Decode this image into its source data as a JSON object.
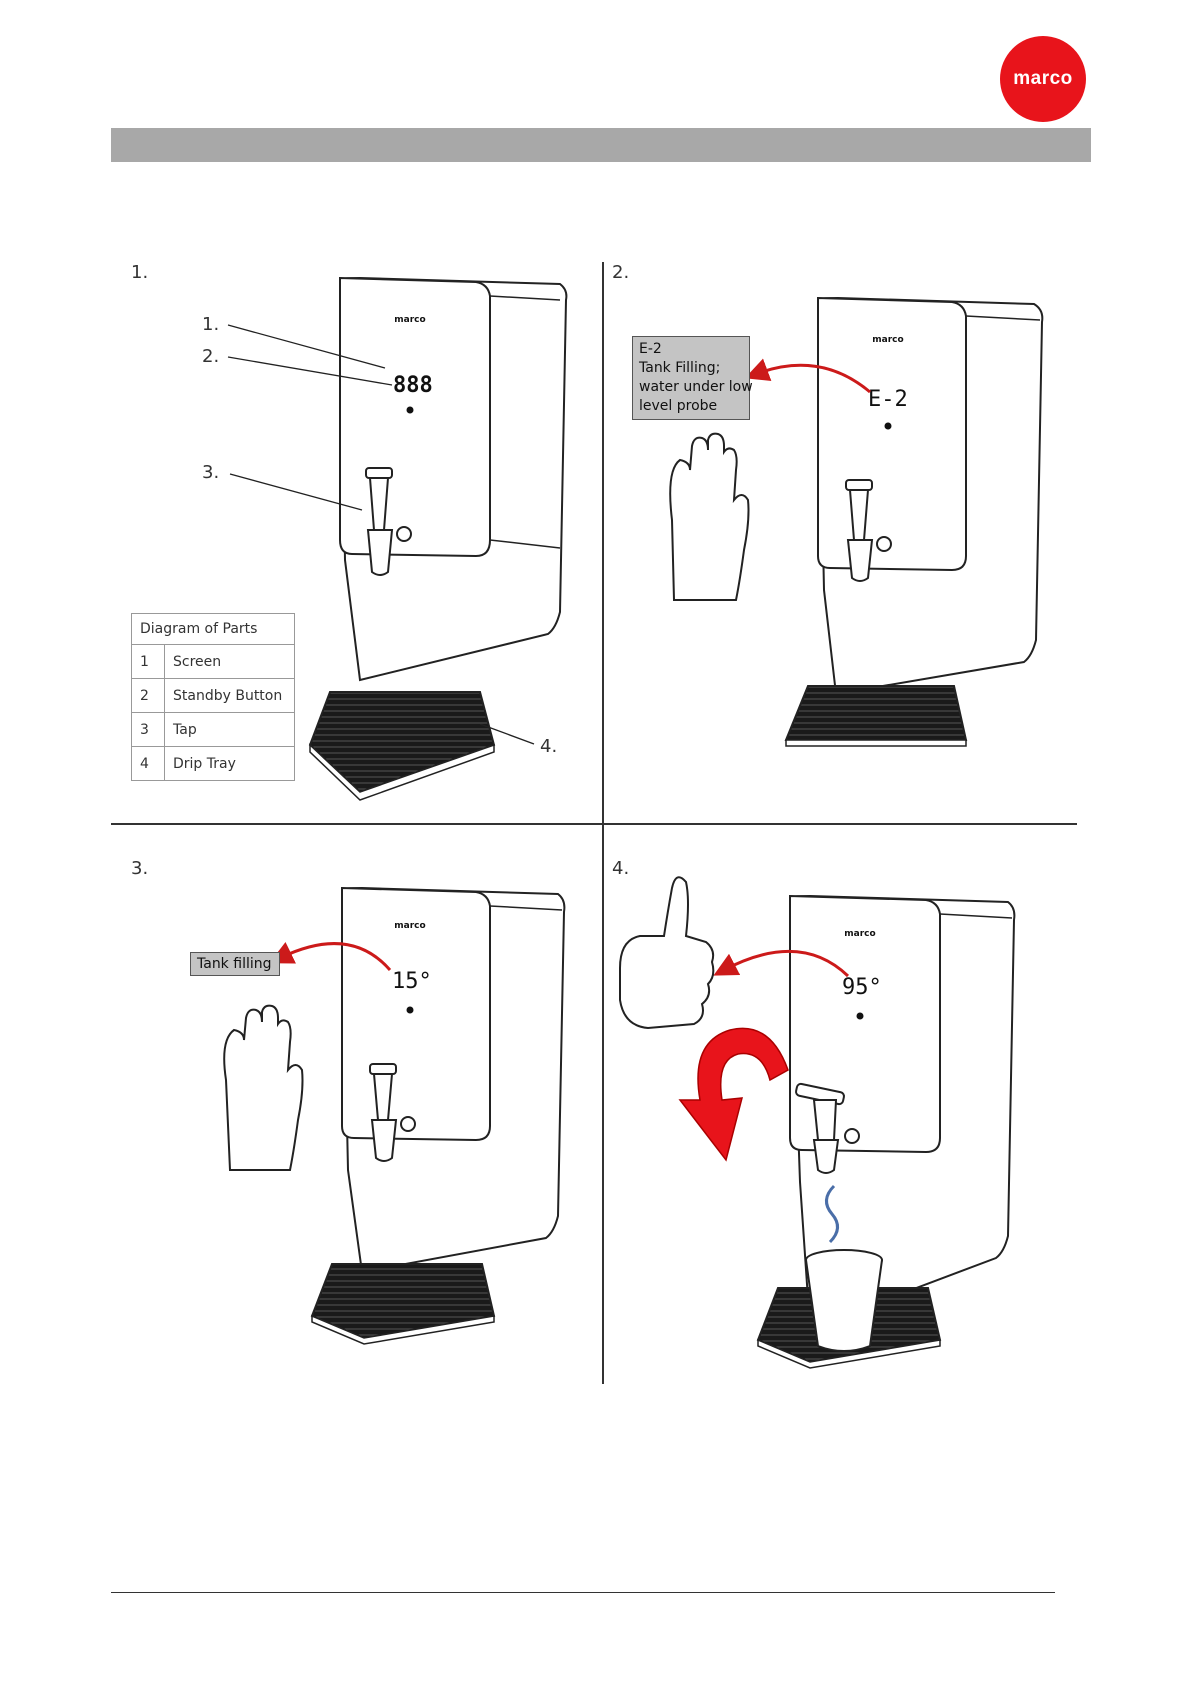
{
  "brand": {
    "logo_text": "marco",
    "machine_logo": "marco",
    "logo_color": "#e8141b"
  },
  "panels": [
    {
      "number": "1.",
      "display": "888",
      "callout_numbers": [
        "1.",
        "2.",
        "3.",
        "4."
      ],
      "parts_table": {
        "title": "Diagram of Parts",
        "rows": [
          {
            "num": "1",
            "label": "Screen"
          },
          {
            "num": "2",
            "label": "Standby Button"
          },
          {
            "num": "3",
            "label": "Tap"
          },
          {
            "num": "4",
            "label": "Drip Tray"
          }
        ]
      }
    },
    {
      "number": "2.",
      "display": "E-2",
      "callout_lines": [
        "E-2",
        "Tank Filling;",
        "water under low",
        "level probe"
      ],
      "hand_icon": "stop-hand-icon"
    },
    {
      "number": "3.",
      "display": "15°",
      "callout": "Tank filling",
      "hand_icon": "stop-hand-icon"
    },
    {
      "number": "4.",
      "display": "95°",
      "hand_icon": "thumbs-up-icon",
      "action_icon": "rotate-tap-arrow-icon",
      "cup_icon": "paper-cup-icon",
      "steam_icon": "steam-icon"
    }
  ]
}
